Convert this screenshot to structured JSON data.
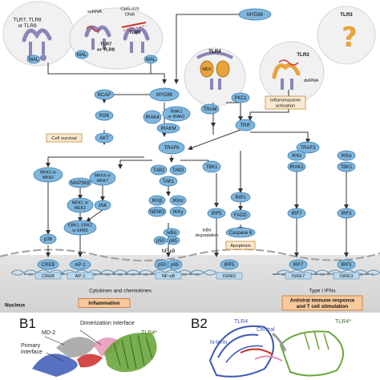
{
  "receptors": {
    "tlr789": "TLR7, TLR8\nor TLR9",
    "tlr78": "TLR7\nor TLR8",
    "tlr9": "TLR9",
    "ssrna": "ssRNA",
    "cpg": "CpG-rich\nDNA",
    "tlr4": "TLR4",
    "md2": "MD2",
    "tlr3": "TLR3",
    "dsrna": "dsRNA"
  },
  "nodes": {
    "myd88_top": "MYD88",
    "myd88": "MYD88",
    "mal1": "MAL",
    "mal2": "MAL",
    "mal3": "MAL",
    "bcap": "BCAP",
    "pi3k": "PI3K",
    "akt": "AKT",
    "irak4": "IRAK4",
    "irak12": "IRAK1\nor IRAK2",
    "irakm": "IRAKM",
    "traf6": "TRAF6",
    "tram": "TRAM",
    "pkce": "PKCε",
    "trif": "TRIF",
    "tab2": "TAB2",
    "tab3": "TAB3",
    "tak1": "TAK1",
    "tbk1_mid": "TBK1",
    "traf3": "TRAF3",
    "ikke": "IKKε",
    "irak1": "IRAK1",
    "ikka_r": "IKKα",
    "tbk1_r": "TBK1",
    "mkk36": "MKK3 or\nMKK6",
    "map3k8": "MAP3K8",
    "mek12": "MEK1 or\nMEK2",
    "erk": "ERK1, ERK2\nor ERK5",
    "mkk47": "MKK4 or\nMKK7",
    "jnk": "JNK",
    "ikkb": "IKKβ",
    "ikka": "IKKα",
    "nemo": "NEMO",
    "ikky": "IKKγ",
    "ikba": "IκBα",
    "p50": "p50",
    "p65": "p65",
    "nfkb_label": "NF-κB",
    "ikba_deg": "IκBα\ndegradation",
    "rip1": "RIP1",
    "fadd": "FADD",
    "casp8": "Caspase 8",
    "irf5": "IRF5",
    "irf7": "IRF7",
    "irf3": "IRF3",
    "p38": "p38",
    "creb": "CREB",
    "ap1": "AP-1"
  },
  "boxes": {
    "cell_survival": "Cell survival",
    "inflammasome": "Inflammasome\nactivation",
    "apoptosis": "Apoptosis",
    "inflammation": "Inflammation",
    "antiviral": "Antiviral immune response\nand T cell stimulation"
  },
  "nuclear": {
    "creb": "CREB",
    "ap1": "AP-1",
    "p50": "p50",
    "p65": "p65",
    "nfkb": "NF-κB",
    "irf5": "IRF5",
    "isre5": "ISRE5",
    "irf7": "IRF7",
    "isre7": "ISRE7",
    "irf3": "IRF3",
    "isre3": "ISRE3"
  },
  "labels": {
    "cytokines": "Cytokines and chemokines",
    "type1ifn": "Type I IFNs",
    "nucleus": "Nucleus"
  },
  "panel_b": {
    "b1": "B1",
    "b2": "B2",
    "md2": "MD-2",
    "dimerization": "Dimerization interface",
    "primary": "Primary\ninterface",
    "tlr4star": "TLR4*",
    "tlr4_b2": "TLR4",
    "central": "Central",
    "nterm": "N-term",
    "tlr4star_b2": "TLR4*"
  },
  "colors": {
    "node_fill": "#7fb6dd",
    "node_stroke": "#3e7fb0",
    "cyto_bg": "#ffffff",
    "nucleus_bg": "#dcdcdc",
    "box_fill": "#fbead0",
    "box_stroke": "#c28a3a",
    "highlight_fill": "#f8c99c",
    "highlight_stroke": "#c9702a",
    "tlr4_md2": "#e8a33b",
    "tlr3_orange": "#e8a33b",
    "receptor_purple": "#8a86b8",
    "panel_b_green": "#6aa63c",
    "panel_b_blue": "#3b57b5",
    "panel_b_red": "#cc2a2a",
    "panel_b_grey": "#9a9a9a",
    "panel_b_pink": "#e38fb1"
  }
}
